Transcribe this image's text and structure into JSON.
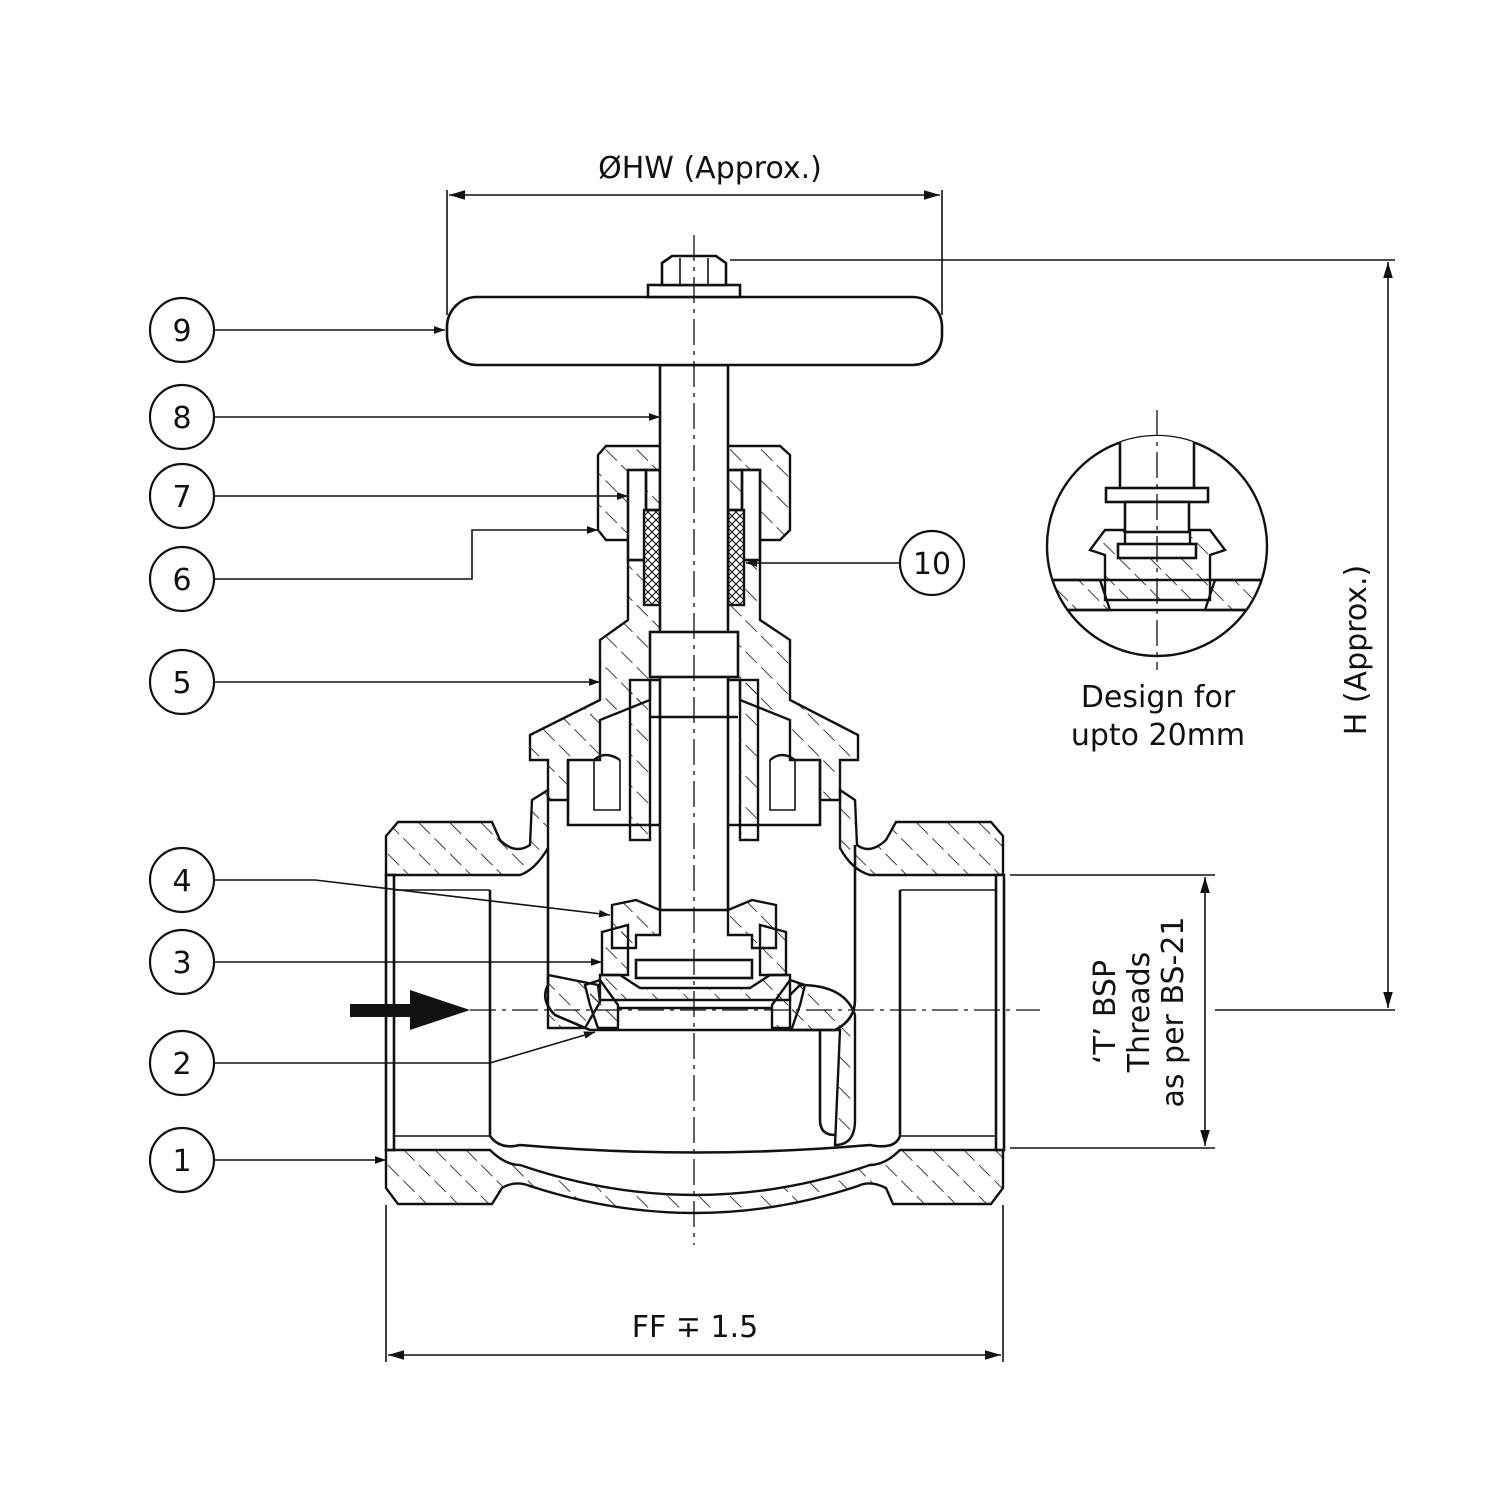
{
  "dimensions": {
    "handwheel": "ØHW (Approx.)",
    "height": "H (Approx.)",
    "face_to_face": "FF ∓ 1.5",
    "threads": [
      "‘T’ BSP",
      "Threads",
      "as per BS-21"
    ]
  },
  "detail": {
    "caption": [
      "Design for",
      "upto 20mm"
    ]
  },
  "balloons": [
    "1",
    "2",
    "3",
    "4",
    "5",
    "6",
    "7",
    "8",
    "9",
    "10"
  ]
}
